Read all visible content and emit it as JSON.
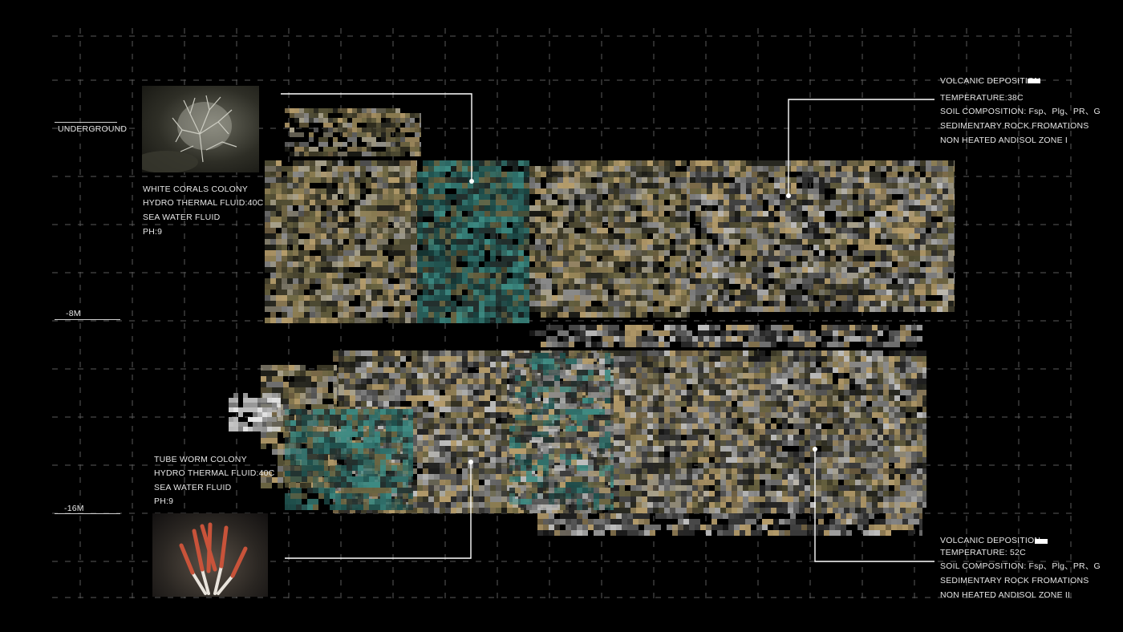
{
  "colors": {
    "background": "#000000",
    "grid": "#5a5a5a",
    "leader": "#ffffff",
    "text": "#e6e6e6",
    "sand": "#b59c6b",
    "olive": "#6b6542",
    "teal": "#2f6f6a",
    "grey": "#8a8a8a",
    "dark_grey": "#3c3c3c",
    "coral_red": "#c8533a"
  },
  "depth_markers": {
    "underground": "UNDERGROUND",
    "minus_8": "-8M",
    "minus_16": "-16M"
  },
  "white_corals": {
    "photo_icon": "white-coral-photo",
    "lines": [
      "WHITE CORALS COLONY",
      "HYDRO THERMAL FLUID:40C",
      "SEA WATER FLUID",
      "PH:9"
    ]
  },
  "tube_worms": {
    "photo_icon": "tube-worm-photo",
    "lines": [
      "TUBE WORM COLONY",
      "HYDRO THERMAL FLUID:40C",
      "SEA WATER FLUID",
      "PH:9"
    ]
  },
  "zone_1": {
    "title": "VOLCANIC DEPOSITION",
    "lines": [
      "TEMPERATURE:38C",
      "SOIL COMPOSITION: Fsp、Plg、PR、G",
      "SEDIMENTARY ROCK FROMATIONS",
      "NON  HEATED  ANDISOL  ZONE I"
    ]
  },
  "zone_2": {
    "title": "VOLCANIC DEPOSITION",
    "lines": [
      "TEMPERATURE: 52C",
      "SOIL COMPOSITION: Fsp、Plg、PR、G",
      "SEDIMENTARY ROCK FROMATIONS",
      "NON  HEATED  ANDISOL  ZONE II"
    ]
  }
}
